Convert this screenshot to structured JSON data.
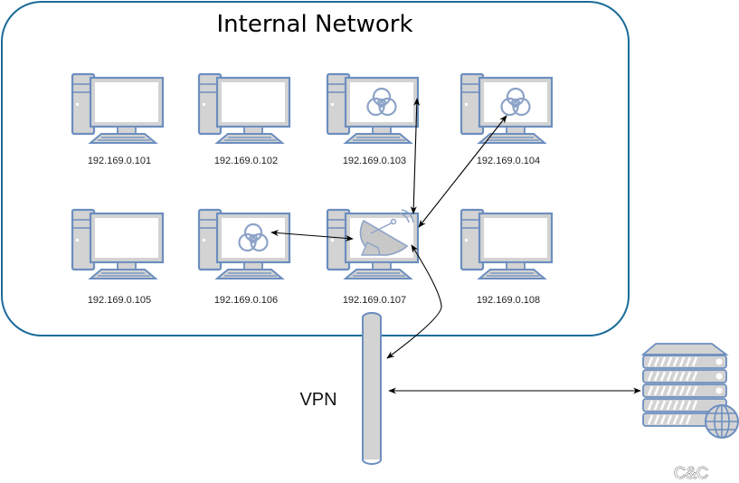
{
  "diagram": {
    "network_title": "Internal Network",
    "vpn_label": "VPN",
    "cnc_label": "C&C",
    "colors": {
      "border": "#1a6b99",
      "device_stroke": "#6c8ebf",
      "device_fill": "#d3d3d3",
      "screen_fill": "#ffffff",
      "arrow": "#000000"
    },
    "hosts": [
      {
        "ip": "192.169.0.101",
        "status": "clean"
      },
      {
        "ip": "192.169.0.102",
        "status": "clean"
      },
      {
        "ip": "192.169.0.103",
        "status": "infected"
      },
      {
        "ip": "192.169.0.104",
        "status": "infected"
      },
      {
        "ip": "192.169.0.105",
        "status": "clean"
      },
      {
        "ip": "192.169.0.106",
        "status": "infected"
      },
      {
        "ip": "192.169.0.107",
        "status": "relay"
      },
      {
        "ip": "192.169.0.108",
        "status": "clean"
      }
    ],
    "connections": [
      {
        "from": "192.169.0.107",
        "to": "192.169.0.103",
        "direction": "both"
      },
      {
        "from": "192.169.0.107",
        "to": "192.169.0.104",
        "direction": "both"
      },
      {
        "from": "192.169.0.107",
        "to": "192.169.0.106",
        "direction": "both"
      },
      {
        "from": "192.169.0.107",
        "to": "VPN",
        "direction": "both"
      },
      {
        "from": "VPN",
        "to": "C&C",
        "direction": "both"
      }
    ]
  }
}
